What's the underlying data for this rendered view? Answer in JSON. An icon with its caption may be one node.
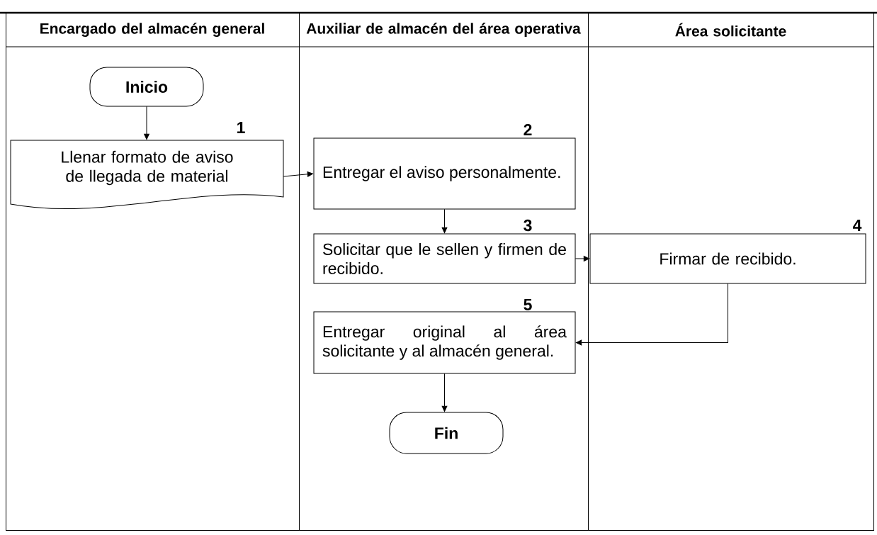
{
  "diagram": {
    "nodes": [
      {
        "text": [
          "Encargado del almacén general"
        ]
      },
      {
        "text": [
          "Auxiliar de almacén del área operativa"
        ]
      },
      {
        "text": [
          "Área solicitante"
        ]
      },
      {
        "text": [
          "Inicio"
        ],
        "in": 0
      },
      {
        "text": [
          "Llenar formato de aviso de llegada de material"
        ],
        "in": 0,
        "beside": [
          "1"
        ]
      },
      {
        "text": [
          "Entregar el aviso personalmente."
        ],
        "in": 1,
        "beside": [
          "2"
        ]
      },
      {
        "text": [
          "Solicitar que le sellen y firmen de recibido."
        ],
        "in": 1,
        "beside": [
          "3"
        ]
      },
      {
        "text": [
          "Firmar de recibido."
        ],
        "in": 2,
        "beside": [
          "4"
        ]
      },
      {
        "text": [
          "Entregar original al área solicitante y al almacén general."
        ],
        "in": 1,
        "beside": [
          "5"
        ]
      },
      {
        "text": [
          "Fin"
        ],
        "in": 1
      }
    ],
    "edges": [
      {
        "from": 3,
        "to": 4,
        "arrow": "to"
      },
      {
        "from": 4,
        "to": 5,
        "arrow": "to"
      },
      {
        "from": 5,
        "to": 6,
        "arrow": "to"
      },
      {
        "from": 6,
        "to": 7,
        "arrow": "to"
      },
      {
        "from": 7,
        "to": 8,
        "arrow": "to"
      },
      {
        "from": 8,
        "to": 9,
        "arrow": "to"
      }
    ]
  }
}
